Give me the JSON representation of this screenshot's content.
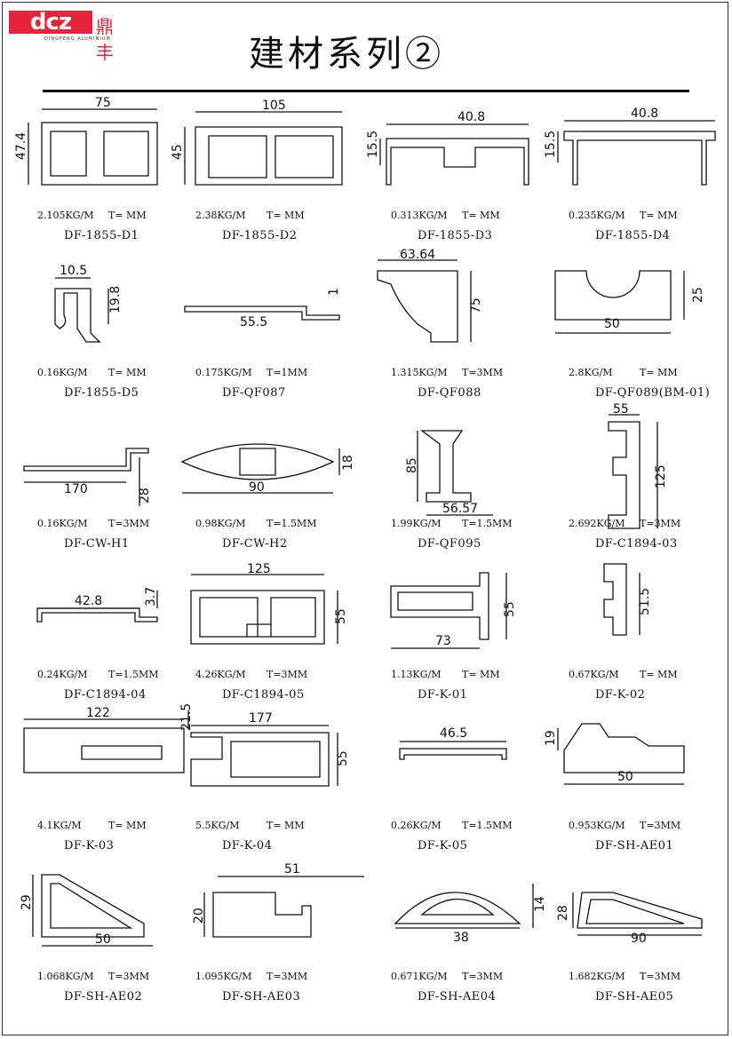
{
  "logo": {
    "mark": "dcz",
    "cn": "鼎丰",
    "sub": "DINGFENG ALUMINIUM"
  },
  "title": "建材系列②",
  "items": [
    {
      "code": "DF-1855-D1",
      "weight": "2.105KG/M",
      "thick": "T= MM",
      "dims": [
        "75",
        "47.4"
      ]
    },
    {
      "code": "DF-1855-D2",
      "weight": "2.38KG/M",
      "thick": "T= MM",
      "dims": [
        "105",
        "45"
      ]
    },
    {
      "code": "DF-1855-D3",
      "weight": "0.313KG/M",
      "thick": "T= MM",
      "dims": [
        "40.8",
        "15.5"
      ]
    },
    {
      "code": "DF-1855-D4",
      "weight": "0.235KG/M",
      "thick": "T= MM",
      "dims": [
        "40.8",
        "15.5"
      ]
    },
    {
      "code": "DF-1855-D5",
      "weight": "0.16KG/M",
      "thick": "T= MM",
      "dims": [
        "10.5",
        "19.8"
      ]
    },
    {
      "code": "DF-QF087",
      "weight": "0.175KG/M",
      "thick": "T=1MM",
      "dims": [
        "55.5",
        "1"
      ]
    },
    {
      "code": "DF-QF088",
      "weight": "1.315KG/M",
      "thick": "T=3MM",
      "dims": [
        "63.64",
        "75"
      ]
    },
    {
      "code": "DF-QF089(BM-01)",
      "weight": "2.8KG/M",
      "thick": "T= MM",
      "dims": [
        "50",
        "25"
      ]
    },
    {
      "code": "DF-CW-H1",
      "weight": "0.16KG/M",
      "thick": "T=3MM",
      "dims": [
        "170",
        "28"
      ]
    },
    {
      "code": "DF-CW-H2",
      "weight": "0.98KG/M",
      "thick": "T=1.5MM",
      "dims": [
        "90",
        "18"
      ]
    },
    {
      "code": "DF-QF095",
      "weight": "1.99KG/M",
      "thick": "T=1.5MM",
      "dims": [
        "56.57",
        "85"
      ]
    },
    {
      "code": "DF-C1894-03",
      "weight": "2.692KG/M",
      "thick": "T=3MM",
      "dims": [
        "55",
        "125"
      ]
    },
    {
      "code": "DF-C1894-04",
      "weight": "0.24KG/M",
      "thick": "T=1.5MM",
      "dims": [
        "42.8",
        "3.7"
      ]
    },
    {
      "code": "DF-C1894-05",
      "weight": "4.26KG/M",
      "thick": "T=3MM",
      "dims": [
        "125",
        "55"
      ]
    },
    {
      "code": "DF-K-01",
      "weight": "1.13KG/M",
      "thick": "T= MM",
      "dims": [
        "73",
        "55"
      ]
    },
    {
      "code": "DF-K-02",
      "weight": "0.67KG/M",
      "thick": "T= MM",
      "dims": [
        "51.5"
      ]
    },
    {
      "code": "DF-K-03",
      "weight": "4.1KG/M",
      "thick": "T= MM",
      "dims": [
        "122",
        "21.5"
      ]
    },
    {
      "code": "DF-K-04",
      "weight": "5.5KG/M",
      "thick": "T= MM",
      "dims": [
        "177",
        "55"
      ]
    },
    {
      "code": "DF-K-05",
      "weight": "0.26KG/M",
      "thick": "T=1.5MM",
      "dims": [
        "46.5"
      ]
    },
    {
      "code": "DF-SH-AE01",
      "weight": "0.953KG/M",
      "thick": "T=3MM",
      "dims": [
        "50",
        "19"
      ]
    },
    {
      "code": "DF-SH-AE02",
      "weight": "1.068KG/M",
      "thick": "T=3MM",
      "dims": [
        "50",
        "29"
      ]
    },
    {
      "code": "DF-SH-AE03",
      "weight": "1.095KG/M",
      "thick": "T=3MM",
      "dims": [
        "51",
        "20"
      ]
    },
    {
      "code": "DF-SH-AE04",
      "weight": "0.671KG/M",
      "thick": "T=3MM",
      "dims": [
        "38",
        "14"
      ]
    },
    {
      "code": "DF-SH-AE05",
      "weight": "1.682KG/M",
      "thick": "T=3MM",
      "dims": [
        "90",
        "28"
      ]
    }
  ]
}
